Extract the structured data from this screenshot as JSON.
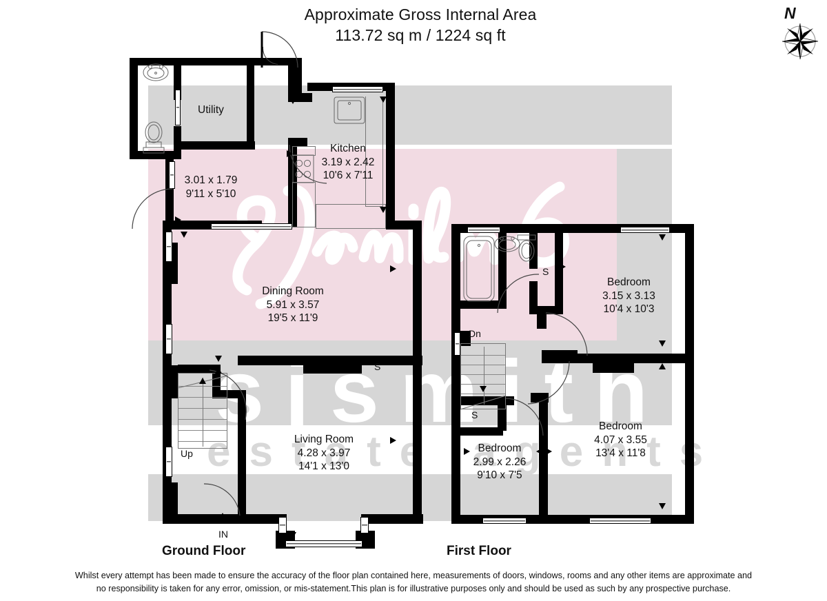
{
  "header": {
    "title_line1": "Approximate Gross Internal Area",
    "title_line2": "113.72 sq m / 1224 sq ft"
  },
  "compass": {
    "north_label": "N",
    "icon": "compass-rose-icon"
  },
  "watermark": {
    "script_text": "sjsmith",
    "block_text": "sjsmith",
    "tagline_text": "estate agents",
    "band_pink": "#f2dbe3",
    "band_grey": "#d6d6d6"
  },
  "floors": [
    {
      "id": "ground",
      "label": "Ground Floor",
      "entry_label": "IN",
      "rooms": [
        {
          "name": "Utility",
          "metric": "3.01 x 1.79",
          "imperial": "9'11 x 5'10"
        },
        {
          "name": "Kitchen",
          "metric": "3.19 x 2.42",
          "imperial": "10'6 x 7'11"
        },
        {
          "name": "Dining Room",
          "metric": "5.91 x 3.57",
          "imperial": "19'5 x 11'9"
        },
        {
          "name": "Living Room",
          "metric": "4.28 x 3.97",
          "imperial": "14'1 x 13'0"
        }
      ],
      "markers": [
        {
          "label": "Up",
          "type": "stair-direction"
        },
        {
          "label": "S",
          "type": "storage-cupboard"
        }
      ]
    },
    {
      "id": "first",
      "label": "First Floor",
      "rooms": [
        {
          "name": "Bedroom",
          "metric": "3.15 x 3.13",
          "imperial": "10'4 x 10'3"
        },
        {
          "name": "Bedroom",
          "metric": "4.07 x 3.55",
          "imperial": "13'4 x 11'8"
        },
        {
          "name": "Bedroom",
          "metric": "2.99 x 2.26",
          "imperial": "9'10 x 7'5"
        }
      ],
      "markers": [
        {
          "label": "Dn",
          "type": "stair-direction"
        },
        {
          "label": "S",
          "type": "storage-cupboard"
        },
        {
          "label": "S",
          "type": "storage-cupboard"
        }
      ]
    }
  ],
  "footer": {
    "line1": "Whilst every attempt has been made to ensure the accuracy of the floor plan contained here, measurements of doors, windows, rooms and any other items are approximate and",
    "line2": "no responsibility is taken for any error, omission, or mis-statement.This plan is for illustrative purposes only and should be used as such by any prospective purchase."
  }
}
